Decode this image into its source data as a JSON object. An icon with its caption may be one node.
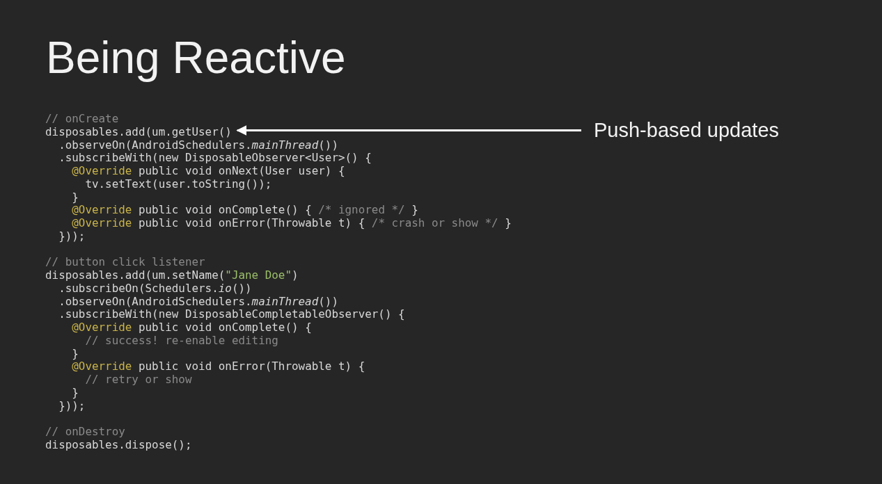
{
  "diagram": {
    "title": "Being Reactive",
    "nodes": [
      {
        "text": [
          "Push-based updates"
        ]
      },
      {
        "text": [
          "disposables.add(um.getUser()"
        ]
      }
    ],
    "edges": [
      {
        "from": 0,
        "to": 1,
        "arrow": "to"
      }
    ],
    "labels": [
      "// onCreate",
      "  .observeOn(AndroidSchedulers.*mainThread*())",
      "  .subscribeWith(new DisposableObserver<User>() {",
      "    @Override public void onNext(User user) {",
      "      tv.setText(user.toString());",
      "    }",
      "    @Override public void onComplete() { /* ignored */ }",
      "    @Override public void onError(Throwable t) { /* crash or show */ }",
      "  }));",
      "// button click listener",
      "disposables.add(um.setName(\"Jane Doe\")",
      "  .subscribeOn(Schedulers.*io*())",
      "  .observeOn(AndroidSchedulers.*mainThread*())",
      "  .subscribeWith(new DisposableCompletableObserver() {",
      "    @Override public void onComplete() {",
      "      // success! re-enable editing",
      "    }",
      "    @Override public void onError(Throwable t) {",
      "      // retry or show",
      "    }",
      "  }));",
      "// onDestroy",
      "disposables.dispose();"
    ]
  }
}
